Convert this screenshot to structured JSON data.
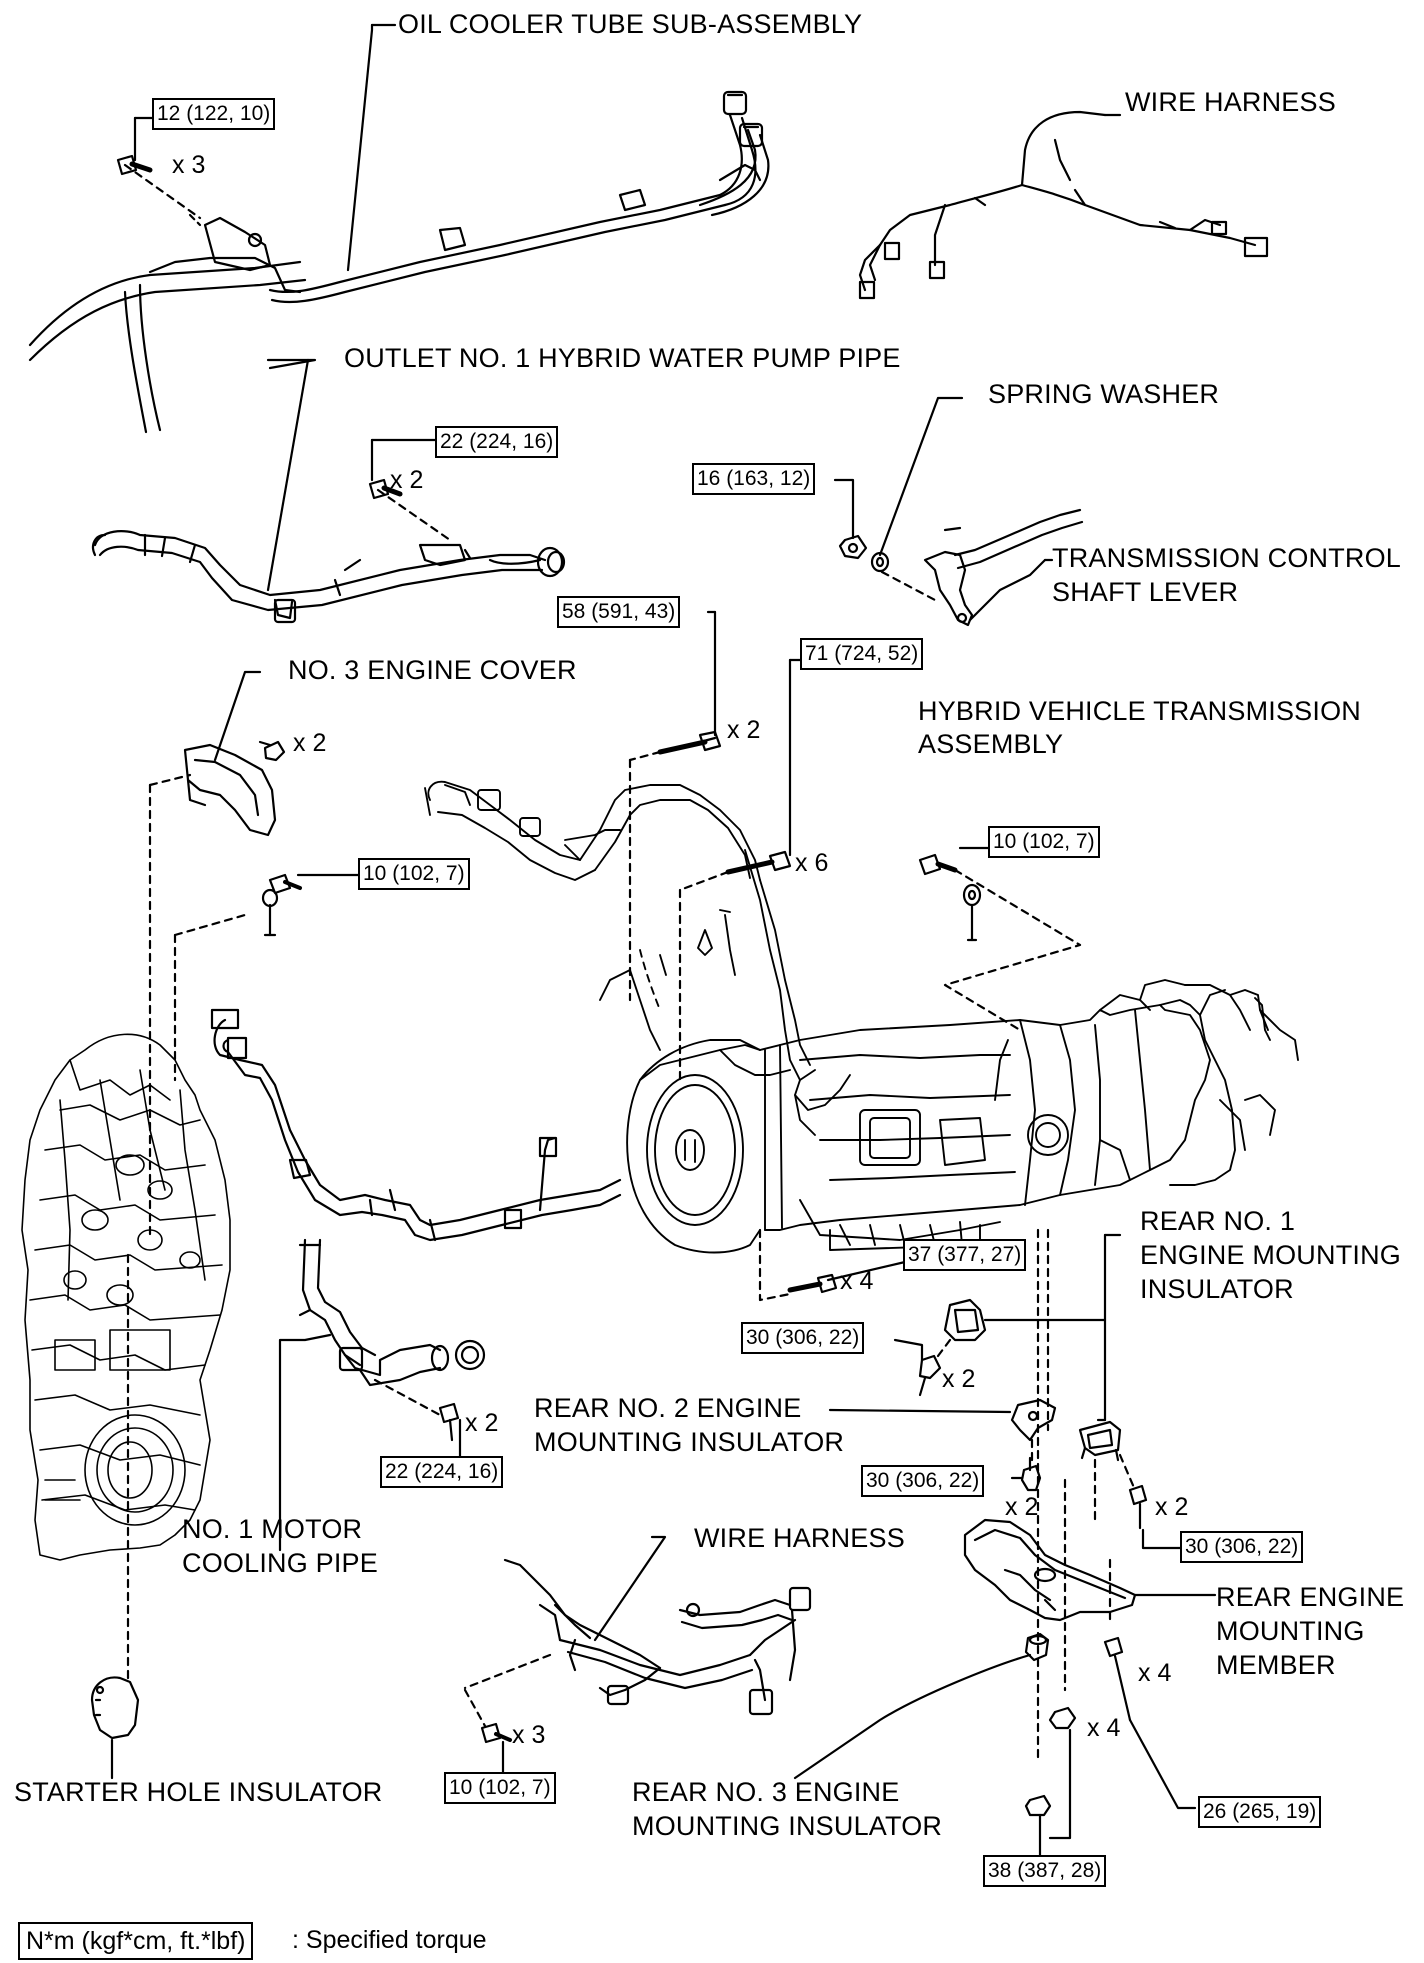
{
  "labels": {
    "oil_cooler_tube": "OIL COOLER TUBE SUB-ASSEMBLY",
    "wire_harness_top_1": "WIRE HARNESS",
    "outlet_pump_pipe": "OUTLET NO. 1 HYBRID WATER PUMP PIPE",
    "spring_washer": "SPRING WASHER",
    "trans_control_1": "TRANSMISSION CONTROL",
    "trans_control_2": "SHAFT LEVER",
    "engine_cover": "NO. 3 ENGINE COVER",
    "hv_trans_1": "HYBRID VEHICLE TRANSMISSION",
    "hv_trans_2": "ASSEMBLY",
    "rear_no1_1": "REAR NO. 1",
    "rear_no1_2": "ENGINE MOUNTING",
    "rear_no1_3": "INSULATOR",
    "rear_no2_1": "REAR NO. 2 ENGINE",
    "rear_no2_2": "MOUNTING INSULATOR",
    "motor_cooling_1": "NO. 1 MOTOR",
    "motor_cooling_2": "COOLING PIPE",
    "wire_harness_bottom": "WIRE HARNESS",
    "rear_member_1": "REAR ENGINE",
    "rear_member_2": "MOUNTING",
    "rear_member_3": "MEMBER",
    "rear_no3_1": "REAR NO. 3 ENGINE",
    "rear_no3_2": "MOUNTING INSULATOR",
    "starter_hole": "STARTER HOLE INSULATOR"
  },
  "torques": {
    "t_oil_cooler": "12 (122, 10)",
    "t_pump_pipe": "22 (224, 16)",
    "t_spring_washer": "16 (163, 12)",
    "t_58": "58 (591, 43)",
    "t_71": "71 (724, 52)",
    "t_ground_left": "10 (102, 7)",
    "t_ground_right": "10 (102, 7)",
    "t_37": "37 (377, 27)",
    "t_30_a": "30 (306, 22)",
    "t_30_b": "30 (306, 22)",
    "t_30_c": "30 (306, 22)",
    "t_22_cooling": "22 (224, 16)",
    "t_10_harness": "10 (102, 7)",
    "t_26": "26 (265, 19)",
    "t_38": "38 (387, 28)"
  },
  "multipliers": {
    "m_oil": "x 3",
    "m_pump": "x 2",
    "m_cover": "x 2",
    "m_58": "x 2",
    "m_71": "x 6",
    "m_37": "x 4",
    "m_30a": "x 2",
    "m_30b": "x 2",
    "m_30c": "x 2",
    "m_cool": "x 2",
    "m_harness": "x 3",
    "m_member": "x 4",
    "m_38": "x 4"
  },
  "legend": {
    "box": "N*m (kgf*cm, ft.*lbf)",
    "text": ": Specified torque"
  }
}
